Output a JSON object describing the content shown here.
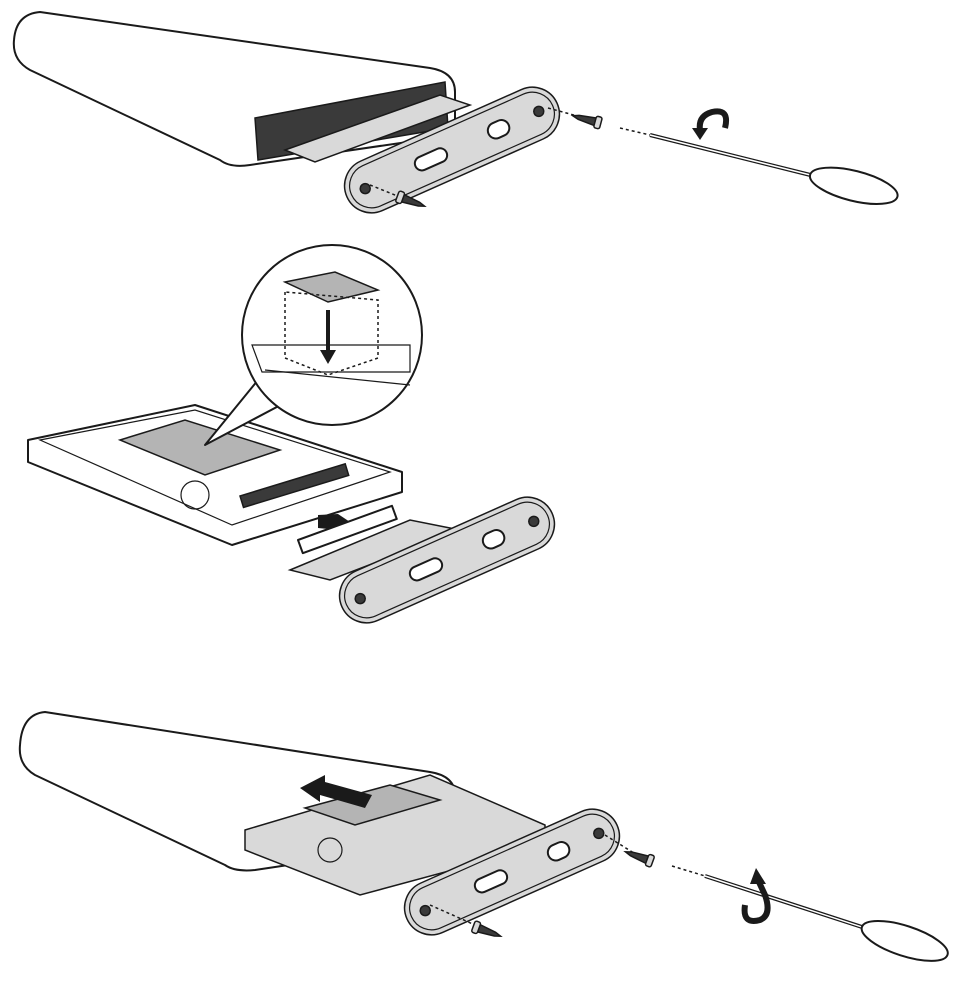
{
  "figure": {
    "steps": [
      {
        "name": "remove-end-plate",
        "icons": [
          "enclosure",
          "end-plate",
          "screw",
          "screwdriver",
          "rotate-counterclockwise-arrow"
        ]
      },
      {
        "name": "connect-hard-drive",
        "icons": [
          "hard-drive",
          "thermal-pad-zoom-callout",
          "connector-board",
          "insert-arrow"
        ]
      },
      {
        "name": "insert-and-fasten",
        "icons": [
          "enclosure",
          "hard-drive",
          "end-plate",
          "screw",
          "screwdriver",
          "rotate-clockwise-arrow",
          "slide-in-arrow"
        ]
      }
    ],
    "colors": {
      "outline": "#1a1a1a",
      "pad": "#b4b4b4",
      "opening": "#3a3a3a",
      "background": "#ffffff"
    }
  }
}
